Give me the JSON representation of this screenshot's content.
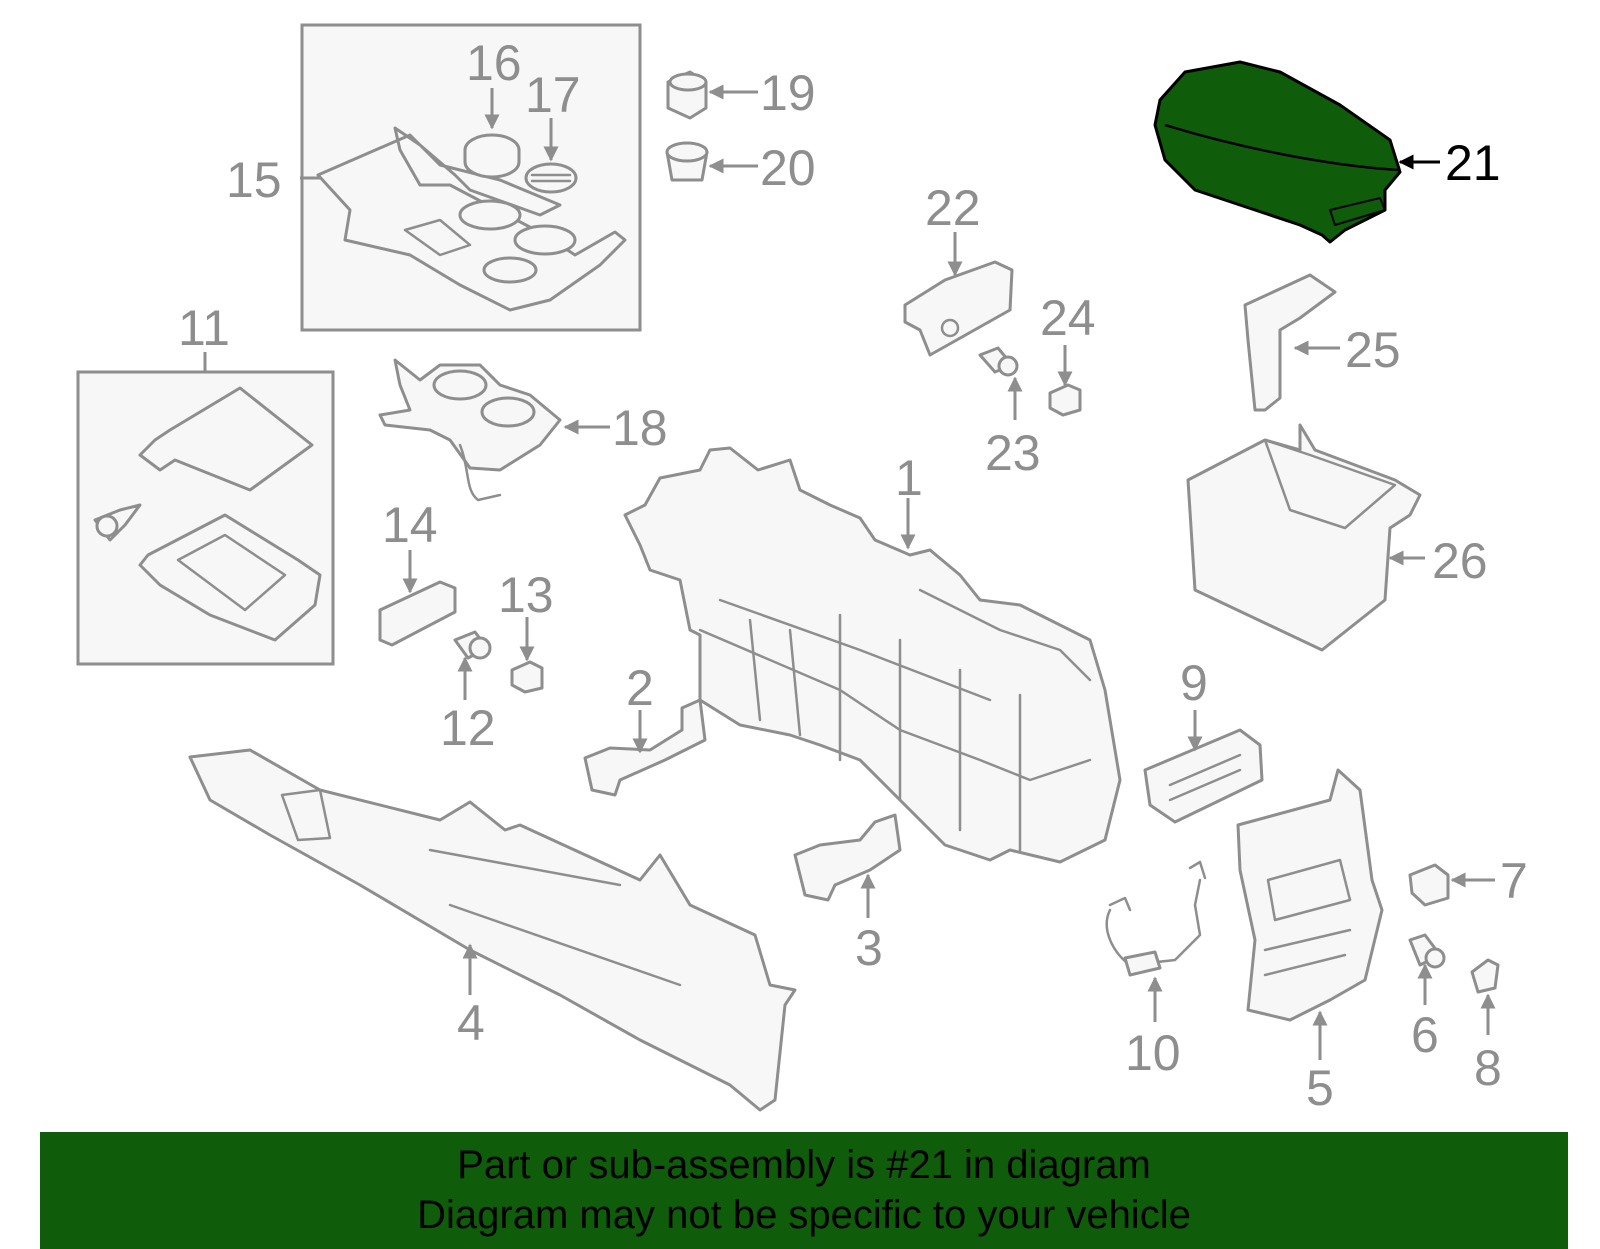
{
  "diagram": {
    "highlighted_part": "21",
    "highlight_color": "#0f5c0a",
    "line_color": "#8e8e8e",
    "callouts": [
      "1",
      "2",
      "3",
      "4",
      "5",
      "6",
      "7",
      "8",
      "9",
      "10",
      "11",
      "12",
      "13",
      "14",
      "15",
      "16",
      "17",
      "18",
      "19",
      "20",
      "21",
      "22",
      "23",
      "24",
      "25",
      "26"
    ]
  },
  "banner": {
    "line1": "Part or sub-assembly is #21 in diagram",
    "line2": "Diagram may not be specific to your vehicle"
  }
}
